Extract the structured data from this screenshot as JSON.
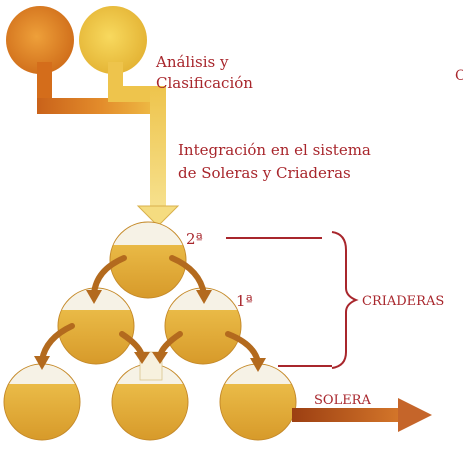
{
  "labels": {
    "analysis_line1": "Análisis y",
    "analysis_line2": "Clasificación",
    "integration_line1": "Integración en el sistema",
    "integration_line2": "de Soleras y Criaderas",
    "tier2": "2ª",
    "tier1": "1ª",
    "criaderas": "CRIADERAS",
    "solera": "SOLERA",
    "edge_letter": "C"
  },
  "colors": {
    "text": "#a8262c",
    "barrel_fill": "#e9b53a",
    "barrel_top": "#f6f2e6",
    "arrow_brown": "#b36a1e",
    "pipe_orange": "#d4781e",
    "pipe_yellow": "#eec94e",
    "solera_arrow": "#b34f14"
  }
}
